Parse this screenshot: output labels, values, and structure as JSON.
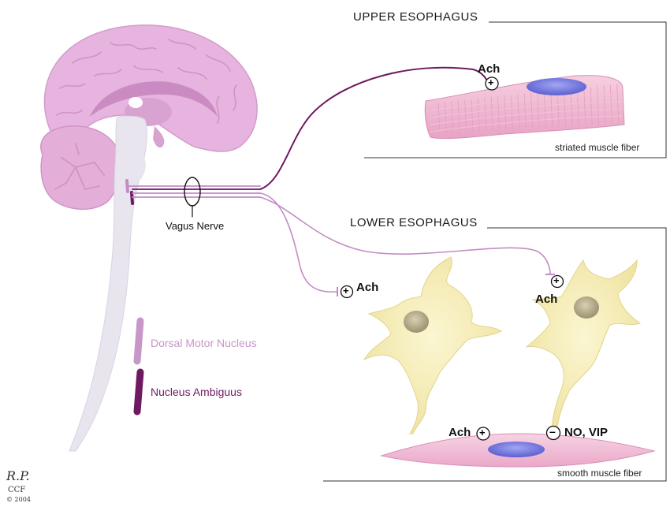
{
  "sections": {
    "upper": {
      "title": "UPPER  ESOPHAGUS",
      "fiber_label": "striated muscle fiber"
    },
    "lower": {
      "title": "LOWER  ESOPHAGUS",
      "fiber_label": "smooth muscle fiber"
    }
  },
  "nerve": {
    "label": "Vagus Nerve"
  },
  "transmitters": {
    "excitatory": "Ach",
    "inhibitory": "NO, VIP",
    "plus_sign": "+",
    "minus_sign": "–"
  },
  "legend": {
    "dorsal_motor_nucleus": {
      "label": "Dorsal Motor Nucleus",
      "color": "#c797c9"
    },
    "nucleus_ambiguus": {
      "label": "Nucleus Ambiguus",
      "color": "#6e1a60"
    }
  },
  "signature": {
    "initials": "R.P.",
    "org": "CCF",
    "year": "© 2004"
  },
  "colors": {
    "brain": "#e6b4de",
    "brain_dark": "#c98bc1",
    "brainstem": "#e8e5ef",
    "nerve_light": "#c28cc6",
    "nerve_dark": "#6e1a60",
    "neuron": "#f4edb2",
    "muscle": "#f0b8d2",
    "nucleus_blue": "#6b6fd9"
  }
}
